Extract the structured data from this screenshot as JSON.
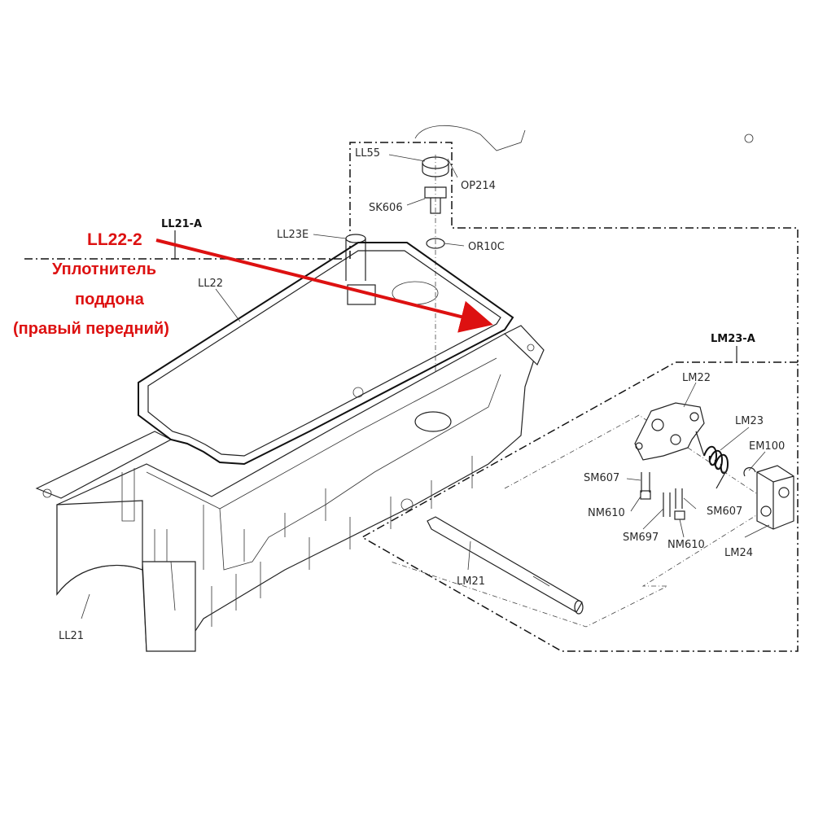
{
  "annotation": {
    "code": "LL22-2",
    "lines": [
      "Уплотнитель",
      "поддона",
      "(правый передний)"
    ],
    "color": "#dd1111"
  },
  "groups": {
    "ll21_a": "LL21-A",
    "lm23_a": "LM23-A"
  },
  "parts": {
    "LL55": "LL55",
    "OP214": "OP214",
    "SK606": "SK606",
    "OR10C": "OR10C",
    "LL23E": "LL23E",
    "LL22": "LL22",
    "LL21": "LL21",
    "LM22": "LM22",
    "LM23": "LM23",
    "EM100": "EM100",
    "SM607_left": "SM607",
    "SM607_right": "SM607",
    "NM610_left": "NM610",
    "NM610_right": "NM610",
    "SM697": "SM697",
    "LM24": "LM24",
    "LM21": "LM21"
  }
}
